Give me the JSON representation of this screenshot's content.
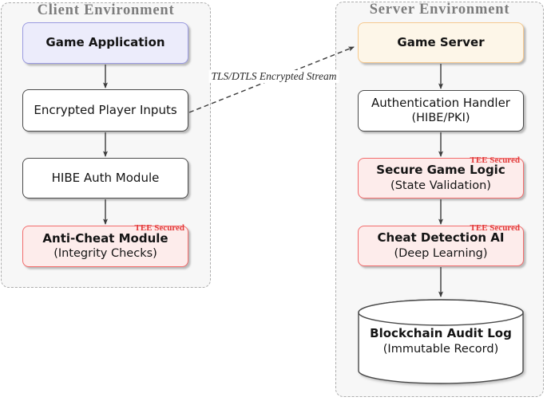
{
  "connection_label": "TLS/DTLS Encrypted Stream",
  "client": {
    "title": "Client Environment",
    "nodes": [
      {
        "title": "Game Application"
      },
      {
        "title": "Encrypted Player Inputs"
      },
      {
        "title": "HIBE Auth Module"
      },
      {
        "title": "Anti-Cheat Module",
        "subtitle": "(Integrity Checks)",
        "badge": "TEE Secured"
      }
    ]
  },
  "server": {
    "title": "Server Environment",
    "nodes": [
      {
        "title": "Game Server"
      },
      {
        "title": "Authentication Handler",
        "subtitle": "(HIBE/PKI)"
      },
      {
        "title": "Secure Game Logic",
        "subtitle": "(State Validation)",
        "badge": "TEE Secured"
      },
      {
        "title": "Cheat Detection AI",
        "subtitle": "(Deep Learning)",
        "badge": "TEE Secured"
      },
      {
        "title": "Blockchain Audit Log",
        "subtitle": "(Immutable Record)"
      }
    ]
  },
  "colors": {
    "env_fill": "#f7f7f7",
    "env_border": "#adadad",
    "env_title": "#7c7c7c",
    "game_app_fill": "#ececfb",
    "game_app_border": "#9a9ae0",
    "game_server_fill": "#fdf6e8",
    "game_server_border": "#f6c98f",
    "tee_fill": "#fdeceb",
    "tee_border": "#f26c6c",
    "tee_badge_red": "#e23b3b",
    "plain_border": "#4a4a4a",
    "arrow": "#3a3a3a"
  }
}
